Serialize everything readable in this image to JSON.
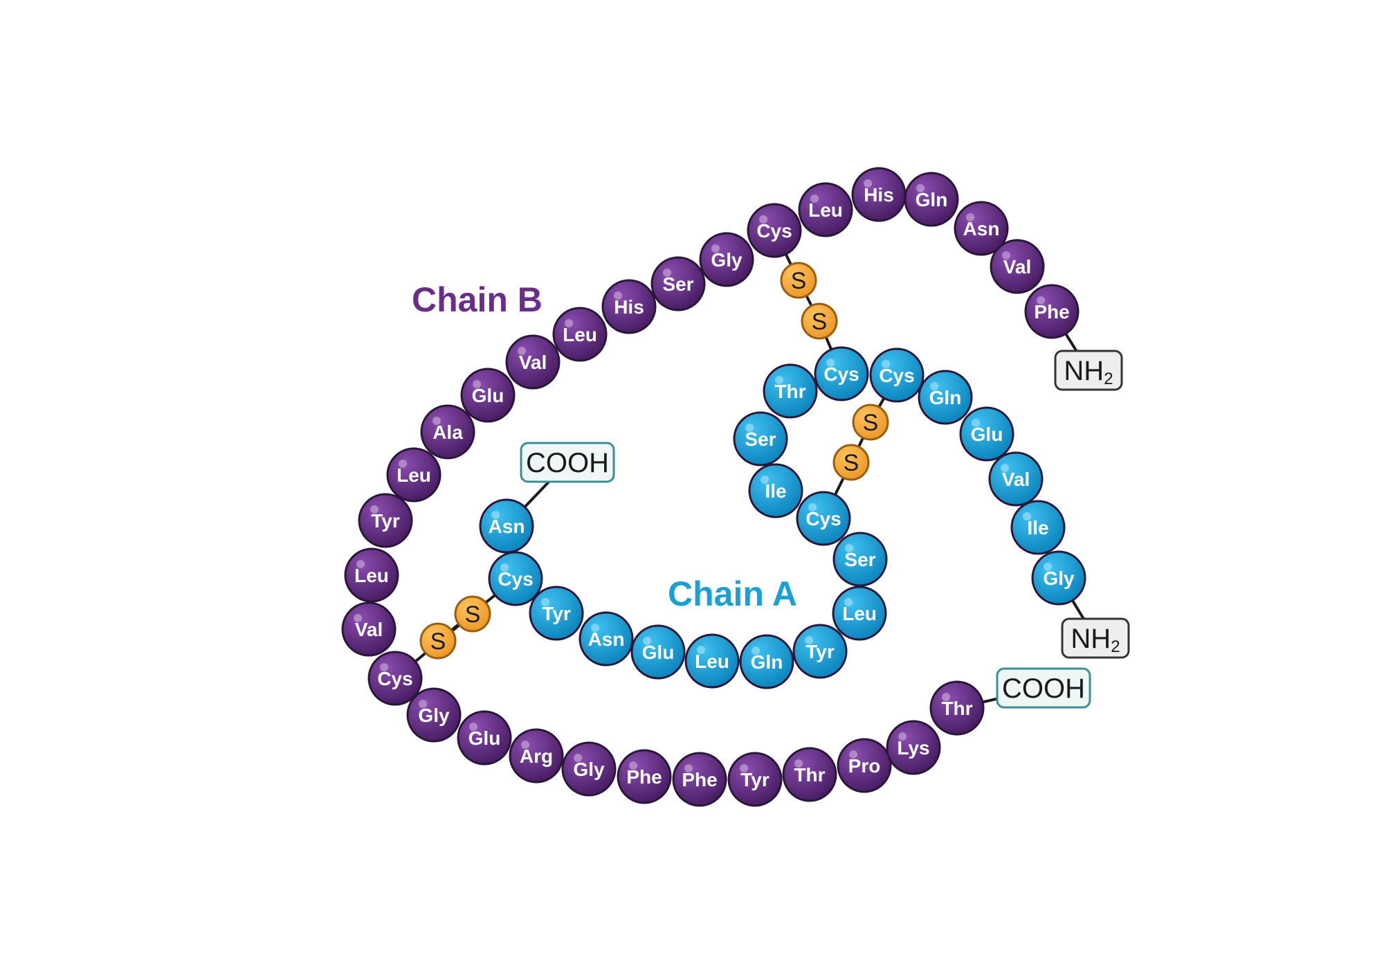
{
  "chains": {
    "B": {
      "title": "Chain B",
      "color": "#5b2a7c",
      "residues": [
        "Phe",
        "Val",
        "Asn",
        "Gln",
        "His",
        "Leu",
        "Cys",
        "Gly",
        "Ser",
        "His",
        "Leu",
        "Val",
        "Glu",
        "Ala",
        "Leu",
        "Tyr",
        "Leu",
        "Val",
        "Cys",
        "Gly",
        "Glu",
        "Arg",
        "Gly",
        "Phe",
        "Phe",
        "Tyr",
        "Thr",
        "Pro",
        "Lys",
        "Thr"
      ],
      "n_terminus": {
        "main": "NH",
        "sub": "2"
      },
      "c_terminus": {
        "main": "COOH",
        "sub": ""
      }
    },
    "A": {
      "title": "Chain A",
      "color": "#1ba0d6",
      "residues": [
        "Gly",
        "Ile",
        "Val",
        "Glu",
        "Gln",
        "Cys",
        "Cys",
        "Thr",
        "Ser",
        "Ile",
        "Cys",
        "Ser",
        "Leu",
        "Tyr",
        "Gln",
        "Leu",
        "Glu",
        "Asn",
        "Tyr",
        "Cys",
        "Asn"
      ],
      "n_terminus": {
        "main": "NH",
        "sub": "2"
      },
      "c_terminus": {
        "main": "COOH",
        "sub": ""
      }
    }
  },
  "sulfur_label": "S",
  "sulfur_color": "#f5a93b",
  "disulfide_bonds": [
    {
      "from": "B7",
      "to": "A7"
    },
    {
      "from": "A6",
      "to": "A11"
    },
    {
      "from": "B19",
      "to": "A20"
    }
  ]
}
